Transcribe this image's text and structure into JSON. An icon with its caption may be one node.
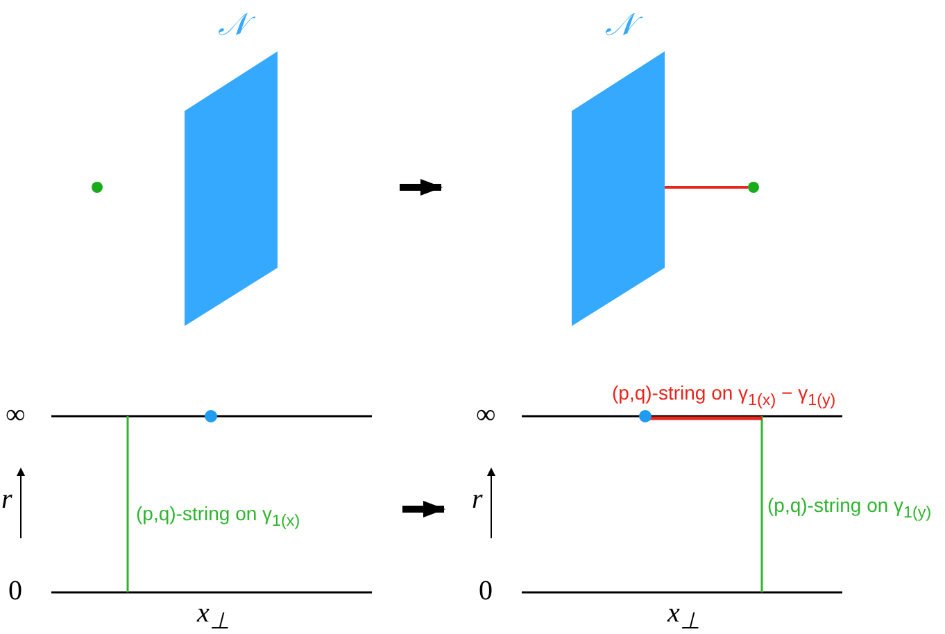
{
  "diagram": {
    "nodes": [
      {
        "text": [
          "𝒩"
        ]
      },
      {
        "text": [],
        "shape": "circle"
      },
      {
        "text": [
          "𝒩"
        ]
      },
      {
        "text": [],
        "shape": "circle"
      }
    ],
    "edges": [
      {
        "from": 3,
        "to": 2,
        "arrow": "none",
        "color": "#e8241c"
      }
    ],
    "labels": [
      "(p,q)-string on γ$_{1(x)}$ − γ$_{1(y)}$",
      "∞",
      "∞",
      "r",
      "(p,q)-string on γ$_{1(x)}$",
      "r",
      "(p,q)-string on γ$_{1(y)}$",
      "0",
      "0",
      "x$_{⊥}$",
      "x$_{⊥}$"
    ]
  }
}
